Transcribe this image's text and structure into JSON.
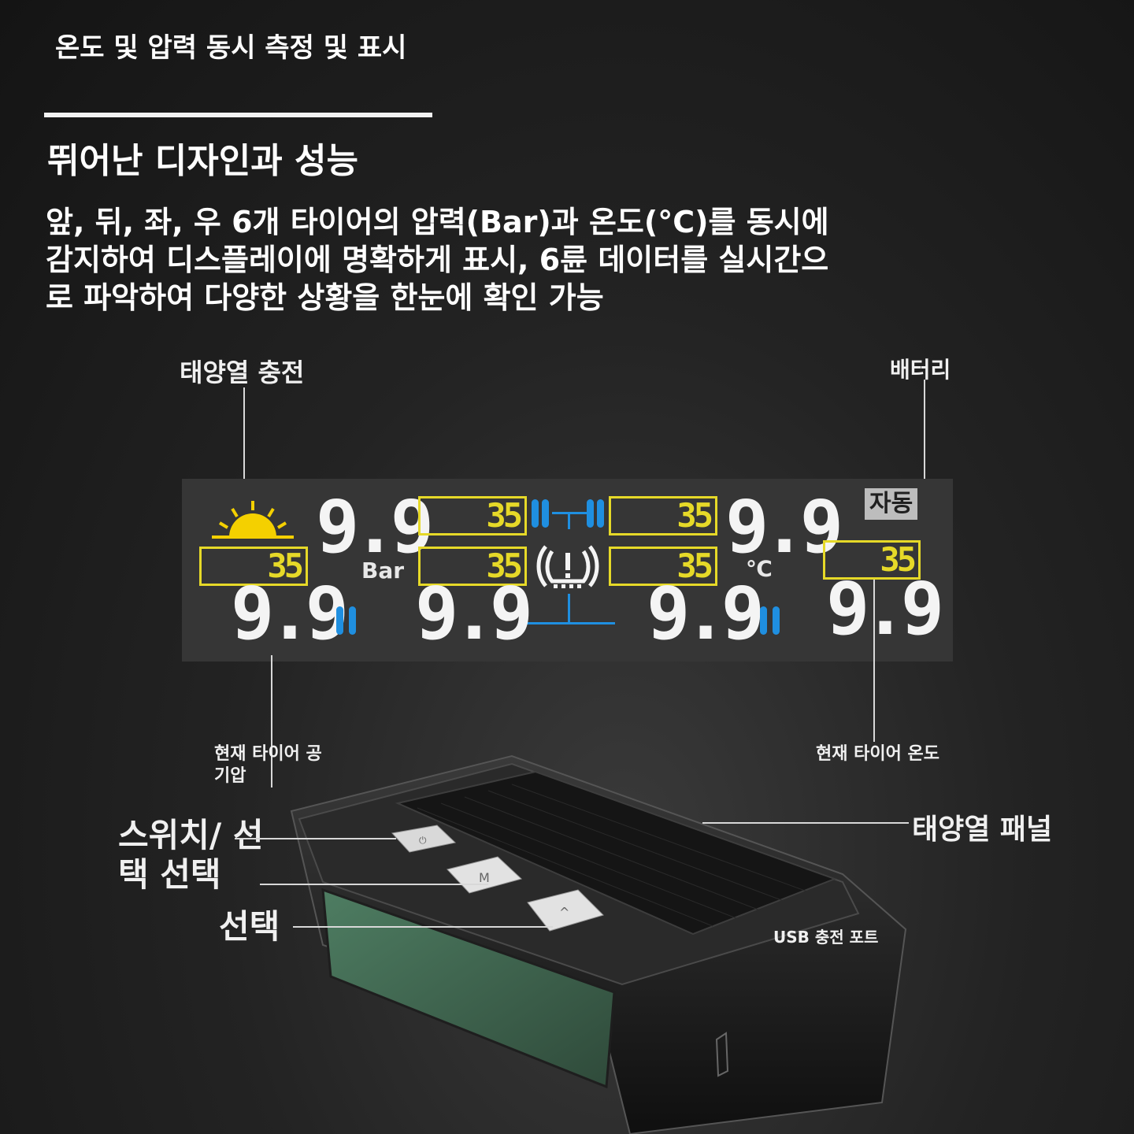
{
  "header": {
    "subtitle": "온도 및 압력 동시 측정 및 표시",
    "title": "뛰어난 디자인과 성능"
  },
  "description": "앞, 뒤, 좌, 우 6개 타이어의 압력(Bar)과 온도(°C)를 동시에 감지하여 디스플레이에 명확하게 표시, 6륜 데이터를 실시간으로 파악하여 다양한 상황을 한눈에 확인 가능",
  "callouts": {
    "solar_charge": "태양열 충전",
    "battery": "배터리",
    "current_pressure": "현재 타이어 공기압",
    "current_temp": "현재 타이어 온도",
    "solar_panel": "태양열 패널",
    "switch_select": "스위치/ 선택 선택",
    "select": "선택",
    "usb_port": "USB 충전 포트"
  },
  "display": {
    "pressure_value": "9.9",
    "temp_value": "35",
    "pressure_unit": "Bar",
    "temp_unit": "℃",
    "mode_badge": "자동",
    "warning_symbol": "(!)"
  },
  "device": {
    "power_button_label": "",
    "m_button_label": "M",
    "up_button_label": "^"
  },
  "colors": {
    "temp_yellow": "#e6d928",
    "sensor_blue": "#1f8fe0",
    "sun_yellow": "#f4d000",
    "panel_bg": "#363636"
  }
}
